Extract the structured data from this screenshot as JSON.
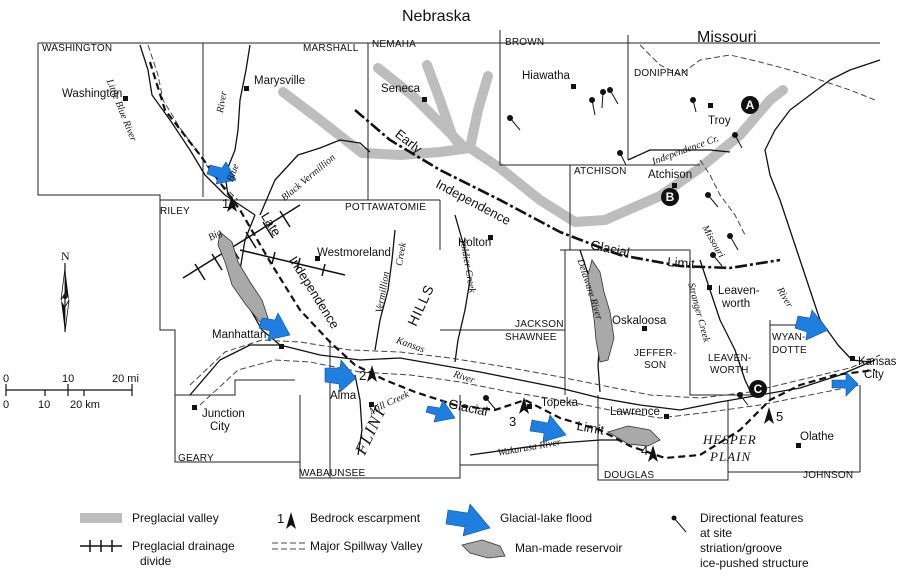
{
  "states": {
    "north": "Nebraska",
    "east": "Missouri"
  },
  "counties": [
    "WASHINGTON",
    "MARSHALL",
    "NEMAHA",
    "BROWN",
    "DONIPHAN",
    "ATCHISON",
    "RILEY",
    "POTTAWATOMIE",
    "JACKSON",
    "SHAWNEE",
    "JEFFERSON",
    "LEAVENWORTH",
    "WYANDOTTE",
    "JOHNSON",
    "DOUGLAS",
    "WABAUNSEE",
    "GEARY"
  ],
  "county_labels": {
    "washington": "WASHINGTON",
    "marshall": "MARSHALL",
    "nemaha": "NEMAHA",
    "brown": "BROWN",
    "doniphan": "DONIPHAN",
    "atchison": "ATCHISON",
    "riley": "RILEY",
    "pottawatomie": "POTTAWATOMIE",
    "jackson": "JACKSON",
    "shawnee": "SHAWNEE",
    "jefferson_1": "JEFFER-",
    "jefferson_2": "SON",
    "leavenworth_1": "LEAVEN-",
    "leavenworth_2": "WORTH",
    "wyandotte_1": "WYAN-",
    "wyandotte_2": "DOTTE",
    "johnson": "JOHNSON",
    "douglas": "DOUGLAS",
    "wabaunsee": "WABAUNSEE",
    "geary": "GEARY"
  },
  "cities": {
    "washington": "Washington",
    "marysville": "Marysville",
    "seneca": "Seneca",
    "hiawatha": "Hiawatha",
    "troy": "Troy",
    "atchison": "Atchison",
    "holton": "Holton",
    "westmoreland": "Westmoreland",
    "oskaloosa": "Oskaloosa",
    "leavenworth_1": "Leaven-",
    "leavenworth_2": "worth",
    "manhattan": "Manhattan",
    "junction_city_1": "Junction",
    "junction_city_2": "City",
    "alma": "Alma",
    "topeka": "Topeka",
    "lawrence": "Lawrence",
    "olathe": "Olathe",
    "kansas_city_1": "Kansas",
    "kansas_city_2": "City"
  },
  "rivers": {
    "little_blue": "Little Blue River",
    "river_marshall": "River",
    "blue": "Blue",
    "black_vermillion": "Black Vermillion",
    "big": "Big",
    "vermillion_creek_1": "Vermillion",
    "vermillion_creek_2": "Creek",
    "soldier_creek": "Soldier Creek",
    "delaware_river": "Delaware River",
    "stranger_creek": "Stranger Creek",
    "independence_cr": "Independence Cr.",
    "missouri": "Missouri",
    "river_missouri": "River",
    "kansas": "Kansas",
    "river_kansas": "River",
    "mill_creek": "Mill Creek",
    "wakarusa_river": "Wakarusa River"
  },
  "region_labels": {
    "flint": "FLINT",
    "hills": "HILLS",
    "hesper": "HESPER",
    "plain": "PLAIN"
  },
  "limits": {
    "early": "Early",
    "independence_early": "Independence",
    "glacial_early": "Glacial",
    "limit_early": "Limit",
    "late": "Late",
    "independence_late": "Independence",
    "glacial_late": "Glacial",
    "limit_late": "Limit"
  },
  "site_markers": [
    {
      "id": "A",
      "label": "A"
    },
    {
      "id": "B",
      "label": "B"
    },
    {
      "id": "C",
      "label": "C"
    }
  ],
  "escarpment_numbers": [
    "1",
    "2",
    "3",
    "4",
    "5"
  ],
  "north_label": "N",
  "scale_bar": {
    "mi_ticks": [
      "0",
      "10",
      "20 mi"
    ],
    "km_ticks": [
      "0",
      "10",
      "20 km"
    ]
  },
  "legend": {
    "preglacial_valley": "Preglacial valley",
    "preglacial_divide_1": "Preglacial drainage",
    "preglacial_divide_2": "divide",
    "bedrock_escarpment_num": "1",
    "bedrock_escarpment": "Bedrock escarpment",
    "spillway_valley": "Major Spillway Valley",
    "glacial_lake_flood": "Glacial-lake flood",
    "reservoir": "Man-made reservoir",
    "directional_1": "Directional features",
    "directional_2": "at site",
    "directional_3": "striation/groove",
    "directional_4": "ice-pushed structure"
  },
  "colors": {
    "flood_arrow": "#1f7fe0",
    "preglacial_valley": "#bdbdbd",
    "reservoir": "#a9a9a9",
    "ink": "#111111"
  }
}
